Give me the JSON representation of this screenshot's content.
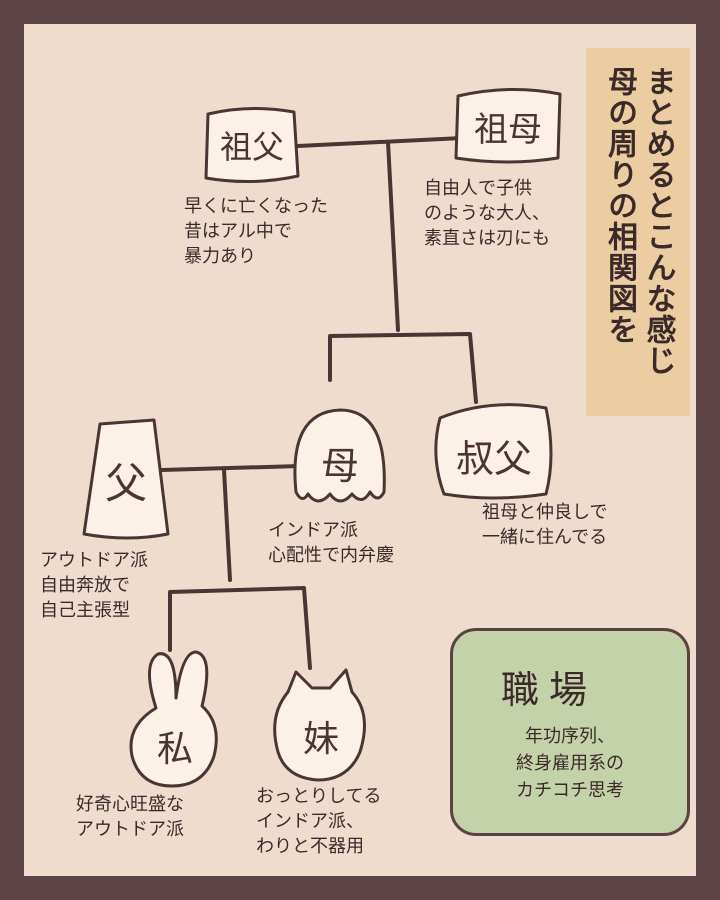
{
  "title": {
    "lines": [
      "母の周りの相関図を",
      "まとめるとこんな感じ"
    ]
  },
  "people": {
    "grandfather": {
      "label": "祖父",
      "note": [
        "早くに亡くなった",
        "昔はアル中で",
        "暴力あり"
      ]
    },
    "grandmother": {
      "label": "祖母",
      "note": [
        "自由人で子供",
        "のような大人、",
        "素直さは刃にも"
      ]
    },
    "father": {
      "label": "父",
      "note": [
        "アウトドア派",
        "自由奔放で",
        "自己主張型"
      ]
    },
    "mother": {
      "label": "母",
      "note": [
        "インドア派",
        "心配性で内弁慶"
      ]
    },
    "uncle": {
      "label": "叔父",
      "note": [
        "祖母と仲良しで",
        "一緒に住んでる"
      ]
    },
    "me": {
      "label": "私",
      "note": [
        "好奇心旺盛な",
        "アウトドア派"
      ]
    },
    "sister": {
      "label": "妹",
      "note": [
        "おっとりしてる",
        "インドア派、",
        "わりと不器用"
      ]
    }
  },
  "workplace": {
    "title": "職場",
    "note": [
      "年功序列、",
      "終身雇用系の",
      "カチコチ思考"
    ]
  },
  "colors": {
    "border": "#5e4447",
    "background": "#f0dccd",
    "title_box": "#eccca1",
    "node_fill": "#fcf1e6",
    "line": "#4a3535",
    "workplace_fill": "#c3d2a8"
  }
}
